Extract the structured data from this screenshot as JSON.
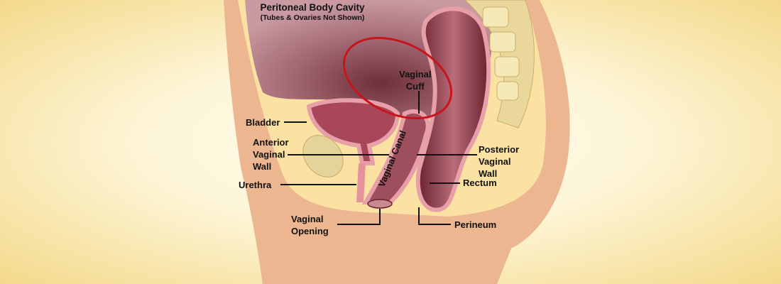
{
  "diagram": {
    "title": "Peritoneal Body Cavity",
    "subtitle": "(Tubes & Ovaries Not Shown)",
    "labels": {
      "vaginal_cuff": [
        "Vaginal",
        "Cuff"
      ],
      "bladder": "Bladder",
      "anterior_vaginal_wall": [
        "Anterior",
        "Vaginal",
        "Wall"
      ],
      "vaginal_canal": "Vaginal Canal",
      "posterior_vaginal_wall": [
        "Posterior",
        "Vaginal",
        "Wall"
      ],
      "rectum": "Rectum",
      "urethra": "Urethra",
      "vaginal_opening": [
        "Vaginal",
        "Opening"
      ],
      "perineum": "Perineum"
    },
    "colors": {
      "skin": "#ecb690",
      "fat": "#fbe2a2",
      "cavity": "#b47883",
      "highlight": "#c8151b"
    }
  }
}
